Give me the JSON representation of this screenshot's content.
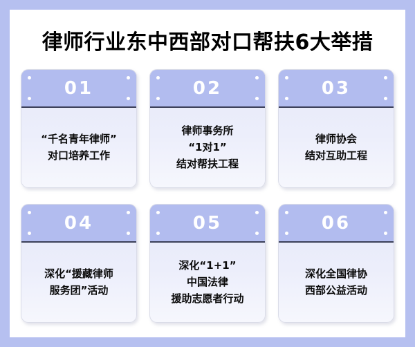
{
  "theme": {
    "border_color": "#b6c0f0",
    "page_background": "#ffffff",
    "header_purple": "#b2bcef",
    "header_outline": "#3b3f58",
    "body_lavender": "#e6e9f9",
    "text_color": "#0b0b0b",
    "number_color": "#ffffff"
  },
  "header": {
    "title": "律师行业东中西部对口帮扶6大举措"
  },
  "cards": [
    {
      "number": "01",
      "lines": [
        "“千名青年律师”",
        "对口培养工作"
      ]
    },
    {
      "number": "02",
      "lines": [
        "律师事务所",
        "“1对1”",
        "结对帮扶工程"
      ]
    },
    {
      "number": "03",
      "lines": [
        "律师协会",
        "结对互助工程"
      ]
    },
    {
      "number": "04",
      "lines": [
        "深化“援藏律师",
        "服务团”活动"
      ]
    },
    {
      "number": "05",
      "lines": [
        "深化“1+1”",
        "中国法律",
        "援助志愿者行动"
      ]
    },
    {
      "number": "06",
      "lines": [
        "深化全国律协",
        "西部公益活动"
      ]
    }
  ]
}
